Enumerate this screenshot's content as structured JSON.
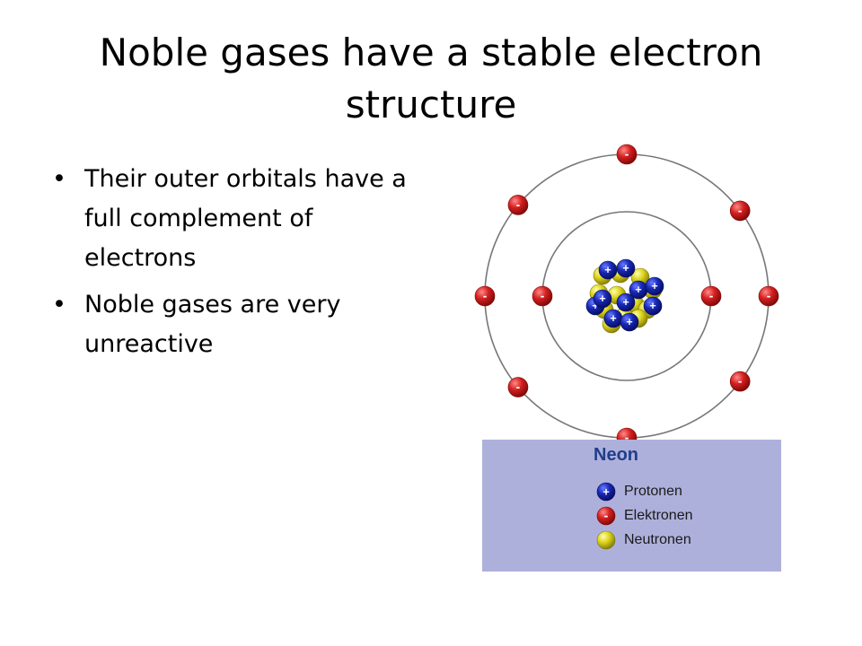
{
  "slide": {
    "title": "Noble gases have a stable electron structure",
    "bullets": [
      {
        "marker": "•",
        "text": "Their outer orbitals have a full complement of electrons"
      },
      {
        "marker": "•",
        "text": "Noble gases are very unreactive"
      }
    ]
  },
  "diagram": {
    "electron_symbol": "-",
    "proton_symbol": "+",
    "colors": {
      "orbit": "#777777",
      "electron": "#c81818",
      "proton": "#1620a8",
      "neutron": "#d8d21a",
      "legend_bg": "#aeb0dc",
      "legend_title": "#1f3f8a"
    },
    "legend": {
      "title": "Neon",
      "items": [
        {
          "kind": "proton",
          "label": "Protonen"
        },
        {
          "kind": "electron",
          "label": "Elektronen"
        },
        {
          "kind": "neutron",
          "label": "Neutronen"
        }
      ]
    }
  }
}
